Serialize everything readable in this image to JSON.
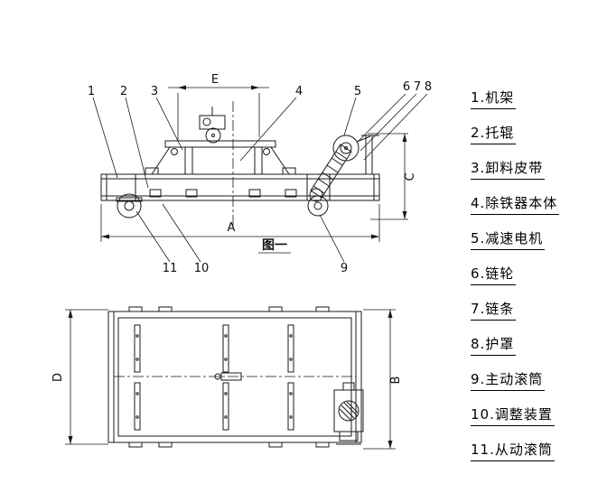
{
  "legend": {
    "items": [
      "1.机架",
      "2.托辊",
      "3.卸料皮带",
      "4.除铁器本体",
      "5.减速电机",
      "6.链轮",
      "7.链条",
      "8.护罩",
      "9.主动滚筒",
      "10.调整装置",
      "11.从动滚筒"
    ]
  },
  "figure_caption": "图一",
  "dimensions": {
    "E": "E",
    "C": "C",
    "A": "A",
    "B": "B",
    "D": "D"
  },
  "callouts": {
    "c1": "1",
    "c2": "2",
    "c3": "3",
    "c4": "4",
    "c5": "5",
    "c6": "6",
    "c7": "7",
    "c8": "8",
    "c9": "9",
    "c10": "10",
    "c11": "11"
  }
}
